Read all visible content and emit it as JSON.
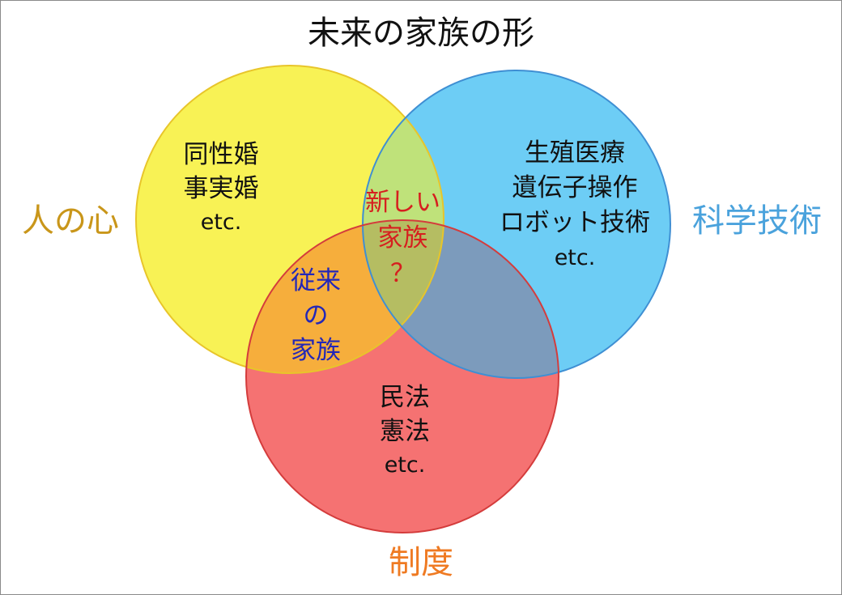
{
  "title": "未来の家族の形",
  "sets": {
    "heart": {
      "label": "人の心",
      "items": [
        "同性婚",
        "事実婚",
        "etc."
      ],
      "fill": "#f8f255",
      "stroke": "#e8c52a",
      "label_color": "#c9961a"
    },
    "tech": {
      "label": "科学技術",
      "items": [
        "生殖医療",
        "遺伝子操作",
        "ロボット技術",
        "etc."
      ],
      "fill": "#6dcdf5",
      "stroke": "#3f8fd3",
      "label_color": "#4aa2dc"
    },
    "system": {
      "label": "制度",
      "items": [
        "民法",
        "憲法",
        "etc."
      ],
      "fill": "#f57272",
      "stroke": "#d43c3c",
      "label_color": "#ef7a22"
    }
  },
  "overlaps": {
    "heart_tech": {
      "lines": [
        "新しい",
        "家族",
        "？"
      ],
      "color": "#d61f1f"
    },
    "heart_system": {
      "lines": [
        "従来",
        "の",
        "家族"
      ],
      "color": "#2327b8"
    }
  }
}
